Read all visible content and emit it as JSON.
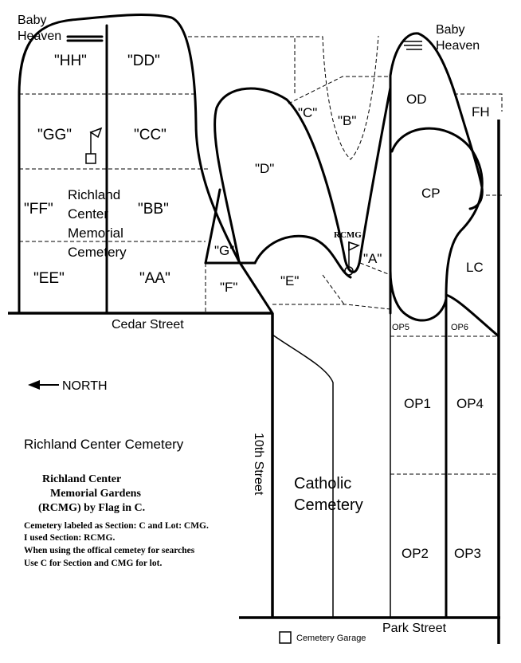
{
  "labels": {
    "baby_heaven_left": [
      "Baby",
      "Heaven"
    ],
    "baby_heaven_right": [
      "Baby",
      "Heaven"
    ],
    "hh": "\"HH\"",
    "dd": "\"DD\"",
    "gg": "\"GG\"",
    "cc": "\"CC\"",
    "ff": "\"FF\"",
    "bb": "\"BB\"",
    "ee": "\"EE\"",
    "aa": "\"AA\"",
    "richland_memorial": [
      "Richland",
      "Center",
      "Memorial",
      "Cemetery"
    ],
    "c": "\"C\"",
    "b": "\"B\"",
    "d": "\"D\"",
    "g": "\"G\"",
    "f": "\"F\"",
    "e": "\"E\"",
    "a": "\"A\"",
    "rcmg": "RCMG",
    "od": "OD",
    "fh": "FH",
    "cp": "CP",
    "lc": "LC",
    "op5": "OP5",
    "op6": "OP6",
    "op1": "OP1",
    "op4": "OP4",
    "op2": "OP2",
    "op3": "OP3",
    "catholic": [
      "Catholic",
      "Cemetery"
    ]
  },
  "streets": {
    "cedar": "Cedar Street",
    "tenth": "10th Street",
    "park": "Park Street"
  },
  "north": "NORTH",
  "title": "Richland Center Cemetery",
  "gardens_note": [
    "Richland Center",
    "Memorial Gardens",
    "(RCMG) by Flag in C."
  ],
  "notes": [
    "Cemetery labeled as Section: C  and Lot: CMG.",
    "I used Section: RCMG.",
    "When using the offical cemetey for searches",
    "Use C for Section and CMG for lot."
  ],
  "garage": "Cemetery Garage"
}
